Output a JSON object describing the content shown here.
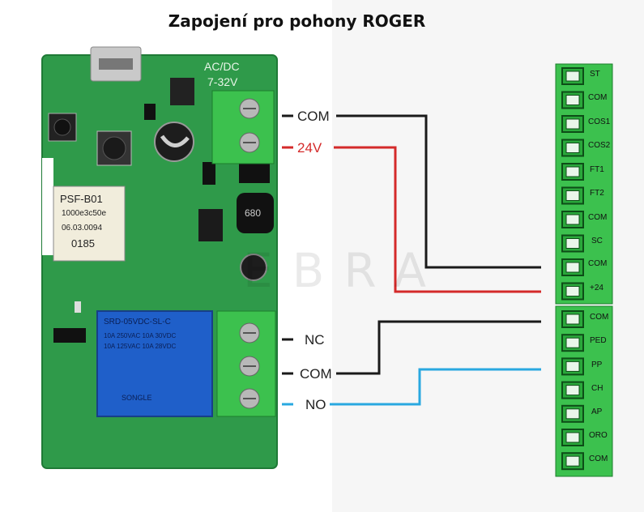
{
  "title": "Zapojení pro pohony ROGER",
  "watermark": "EBRA",
  "board": {
    "supply_label_1": "AC/DC",
    "supply_label_2": "7-32V",
    "module_label_1": "PSF-B01",
    "module_label_2": "1000e3c50e",
    "module_label_3": "06.03.0094",
    "module_label_4": "0185",
    "relay_label_1": "SRD-05VDC-SL-C",
    "relay_label_2": "10A 250VAC  10A 30VDC",
    "relay_label_3": "10A 125VAC  10A 28VDC",
    "relay_brand": "SONGLE",
    "inductor_label": "680"
  },
  "wires": {
    "com_top": "COM",
    "v24": "24V",
    "nc": "NC",
    "com_bottom": "COM",
    "no": "NO"
  },
  "colors": {
    "board": "#2f9a4a",
    "terminal": "#3cc14e",
    "wire_black": "#1a1a1a",
    "wire_red": "#d42a2a",
    "wire_blue": "#29a8e0"
  },
  "terminal_block_1": [
    "ST",
    "COM",
    "COS1",
    "COS2",
    "FT1",
    "FT2",
    "COM",
    "SC",
    "COM",
    "+24"
  ],
  "terminal_block_2": [
    "COM",
    "PED",
    "PP",
    "CH",
    "AP",
    "ORO",
    "COM"
  ]
}
